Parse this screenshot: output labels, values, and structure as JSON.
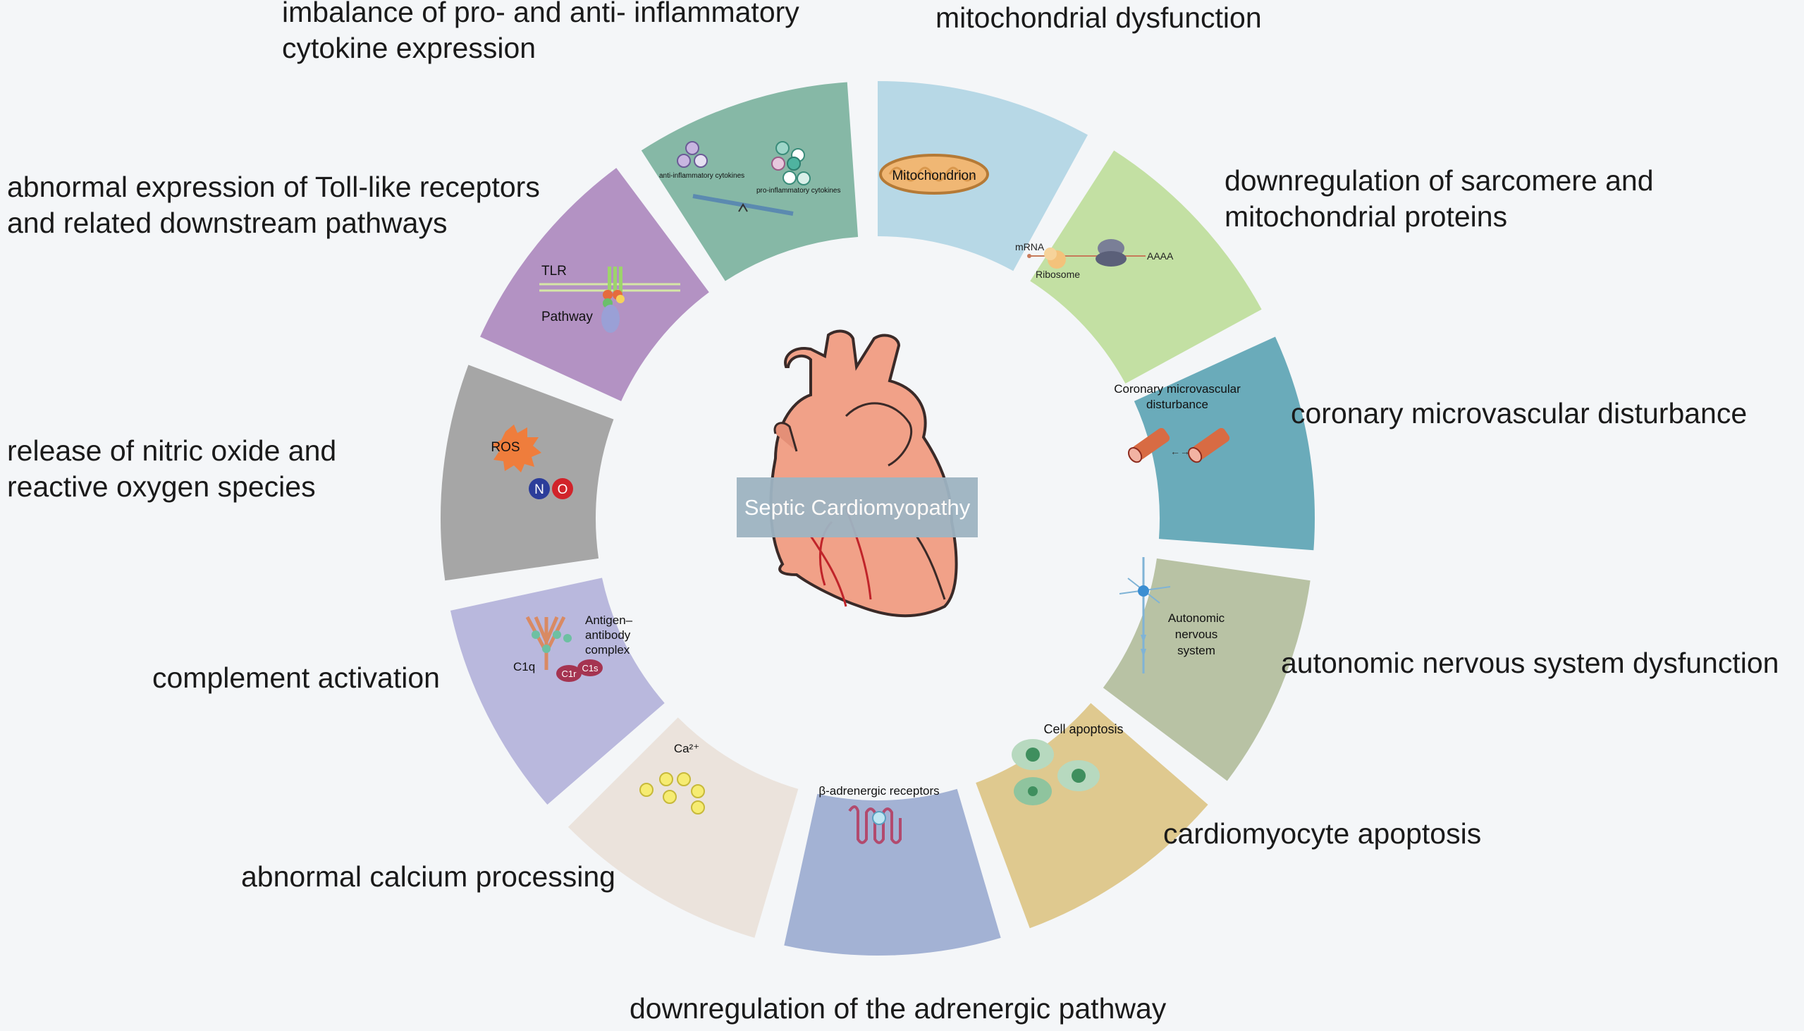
{
  "title": "Septic Cardiomyopathy",
  "segments": [
    {
      "label": "mitochondrial dysfunction",
      "color": "#b7d8e6",
      "icon_text": [
        "Mitochondrion"
      ]
    },
    {
      "label": "downregulation of sarcomere and\nmitochondrial proteins",
      "color": "#c3e0a3",
      "icon_text": [
        "mRNA",
        "Ribosome",
        "AAAA"
      ]
    },
    {
      "label": "coronary microvascular disturbance",
      "color": "#6aabba",
      "icon_text": [
        "Coronary microvascular",
        "disturbance"
      ]
    },
    {
      "label": "autonomic nervous system dysfunction",
      "color": "#b8c2a4",
      "icon_text": [
        "Autonomic",
        "nervous",
        "system"
      ]
    },
    {
      "label": "cardiomyocyte apoptosis",
      "color": "#dfc98f",
      "icon_text": [
        "Cell apoptosis"
      ]
    },
    {
      "label": "downregulation of the adrenergic pathway",
      "color": "#a3b2d4",
      "icon_text": [
        "β-adrenergic receptors"
      ]
    },
    {
      "label": "abnormal calcium processing",
      "color": "#ebe3dc",
      "icon_text": [
        "Ca²⁺"
      ]
    },
    {
      "label": "complement activation",
      "color": "#b9b8dd",
      "icon_text": [
        "Antigen–",
        "antibody",
        "complex",
        "C1q",
        "C1r",
        "C1s"
      ]
    },
    {
      "label": "release of nitric oxide and\nreactive oxygen species",
      "color": "#a6a6a6",
      "icon_text": [
        "ROS",
        "N",
        "O"
      ]
    },
    {
      "label": "abnormal expression of Toll-like receptors\nand related downstream pathways",
      "color": "#b392c3",
      "icon_text": [
        "TLR",
        "Pathway"
      ]
    },
    {
      "label": "imbalance of pro- and anti- inflammatory\ncytokine expression",
      "color": "#86b8a6",
      "icon_text": [
        "anti-inflammatory cytokines",
        "pro-inflammatory cytokines"
      ]
    }
  ]
}
